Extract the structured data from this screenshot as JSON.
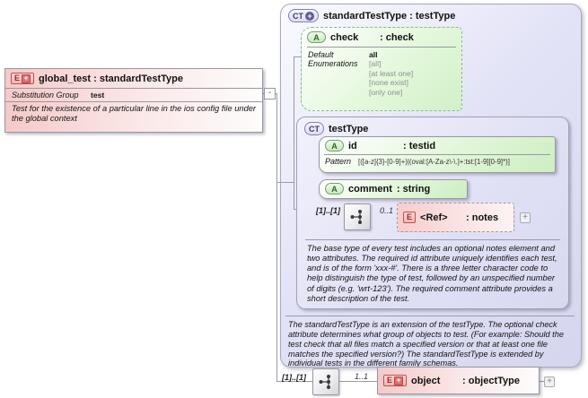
{
  "badges": {
    "element": "E",
    "attribute": "A",
    "complex_type": "CT",
    "plus": "+",
    "minus": "-"
  },
  "global_test": {
    "title": "global_test : standardTestType",
    "substitution_group_label": "Substitution Group",
    "substitution_group_value": "test",
    "annotation": "Test for the existence of a particular line in the ios config file under the global context"
  },
  "standard_test_type": {
    "title": "standardTestType : testType",
    "annotation": "The standardTestType is an extension of the testType.  The optional check attribute determines what group of objects to test.  (For example: Should the test check that all files match a specified version or that at least one file matches the specified version?)  The standardTestType is extended by individual tests in the different family schemas.",
    "check_attr": {
      "name": "check",
      "type": ": check",
      "default_label": "Default",
      "default_value": "all",
      "enumerations_label": "Enumerations",
      "enumerations": [
        "[all]",
        "[at least one]",
        "[none exist]",
        "[only one]"
      ]
    },
    "test_type": {
      "title": "testType",
      "id_attr": {
        "name": "id",
        "type": ": testid",
        "pattern_label": "Pattern",
        "pattern": "[([a-z]{3}-[0-9]+)|(oval:[A-Za-z\\-\\.]+:tst:[1-9][0-9]*)]"
      },
      "comment_attr": {
        "name": "comment",
        "type": ": string"
      },
      "notes_row": {
        "outer_cardinality": "[1]..[1]",
        "cardinality": "0..1",
        "element_name": "<Ref>",
        "element_type": ": notes"
      },
      "annotation": "The base type of every test includes an optional notes element and two attributes.  The required id attribute uniquely identifies each test, and is of the form 'xxx-#'.  There is a three letter character code to help distinguish the type of test, followed by an unspecified number of digits (e.g. 'wrt-123').  The required comment attribute provides a short description of the test."
    }
  },
  "object_row": {
    "outer_cardinality": "[1]..[1]",
    "cardinality": "1..1",
    "element_name": "object",
    "element_type": ": objectType"
  },
  "colors": {
    "container_fill": "#dcdcf2",
    "attribute_fill": "#d2f0c8",
    "element_fill": "#f6c9c9",
    "line": "#9a9aa8",
    "element_accent": "#b53333",
    "attribute_accent": "#2e682e",
    "complex_type_accent": "#3a3a77"
  }
}
